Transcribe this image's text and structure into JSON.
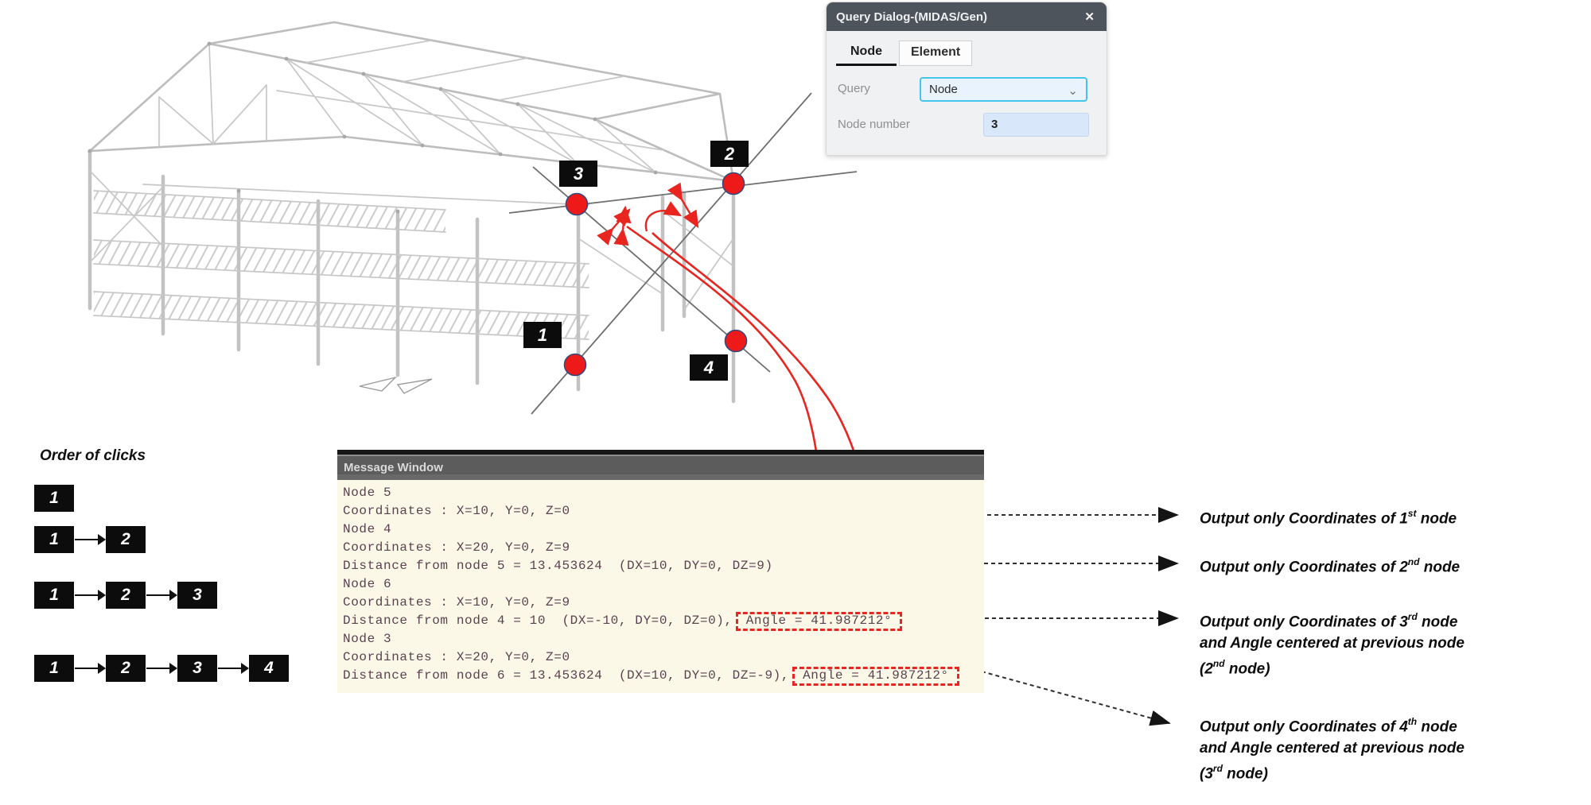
{
  "dialog": {
    "title": "Query Dialog-(MIDAS/Gen)",
    "close_glyph": "✕",
    "tabs": {
      "node": "Node",
      "element": "Element"
    },
    "active_tab": "Node",
    "query_label": "Query",
    "query_value": "Node",
    "chevron_glyph": "⌄",
    "node_number_label": "Node number",
    "node_number_value": "3",
    "accent_color": "#43c5ee"
  },
  "model": {
    "nodes": [
      {
        "label": "1"
      },
      {
        "label": "2"
      },
      {
        "label": "3"
      },
      {
        "label": "4"
      }
    ],
    "dot_color": "#ee1a1a",
    "highlight_color": "#e8251f"
  },
  "message": {
    "title": "Message Window",
    "bg_color": "#fcf8e7",
    "lines": [
      {
        "text": "Node 5"
      },
      {
        "text": "Coordinates : X=10, Y=0, Z=0"
      },
      {
        "text": "Node 4"
      },
      {
        "text": "Coordinates : X=20, Y=0, Z=9"
      },
      {
        "text": "Distance from node 5 = 13.453624  (DX=10, DY=0, DZ=9)"
      },
      {
        "text": "Node 6"
      },
      {
        "text": "Coordinates : X=10, Y=0, Z=9"
      },
      {
        "text": "Distance from node 4 = 10  (DX=-10, DY=0, DZ=0),",
        "angle": "Angle = 41.987212°"
      },
      {
        "text": "Node 3"
      },
      {
        "text": "Coordinates : X=20, Y=0, Z=0"
      },
      {
        "text": "Distance from node 6 = 13.453624  (DX=10, DY=0, DZ=-9),",
        "angle": "Angle = 41.987212°"
      }
    ]
  },
  "order": {
    "title": "Order of clicks",
    "rows": [
      [
        "1"
      ],
      [
        "1",
        "2"
      ],
      [
        "1",
        "2",
        "3"
      ],
      [
        "1",
        "2",
        "3",
        "4"
      ]
    ]
  },
  "annotations": [
    {
      "lines": [
        [
          {
            "t": "Output only Coordinates of 1"
          },
          {
            "s": "st"
          },
          {
            "t": " node"
          }
        ]
      ]
    },
    {
      "lines": [
        [
          {
            "t": "Output only Coordinates of 2"
          },
          {
            "s": "nd"
          },
          {
            "t": " node"
          }
        ]
      ]
    },
    {
      "lines": [
        [
          {
            "t": "Output only Coordinates of 3"
          },
          {
            "s": "rd"
          },
          {
            "t": " node"
          }
        ],
        [
          {
            "t": "and Angle centered at previous node"
          }
        ],
        [
          {
            "t": "(2"
          },
          {
            "s": "nd"
          },
          {
            "t": " node)"
          }
        ]
      ]
    },
    {
      "lines": [
        [
          {
            "t": "Output only Coordinates of 4"
          },
          {
            "s": "th"
          },
          {
            "t": " node"
          }
        ],
        [
          {
            "t": "and Angle centered at previous node"
          }
        ],
        [
          {
            "t": "(3"
          },
          {
            "s": "rd"
          },
          {
            "t": " node)"
          }
        ]
      ]
    }
  ]
}
